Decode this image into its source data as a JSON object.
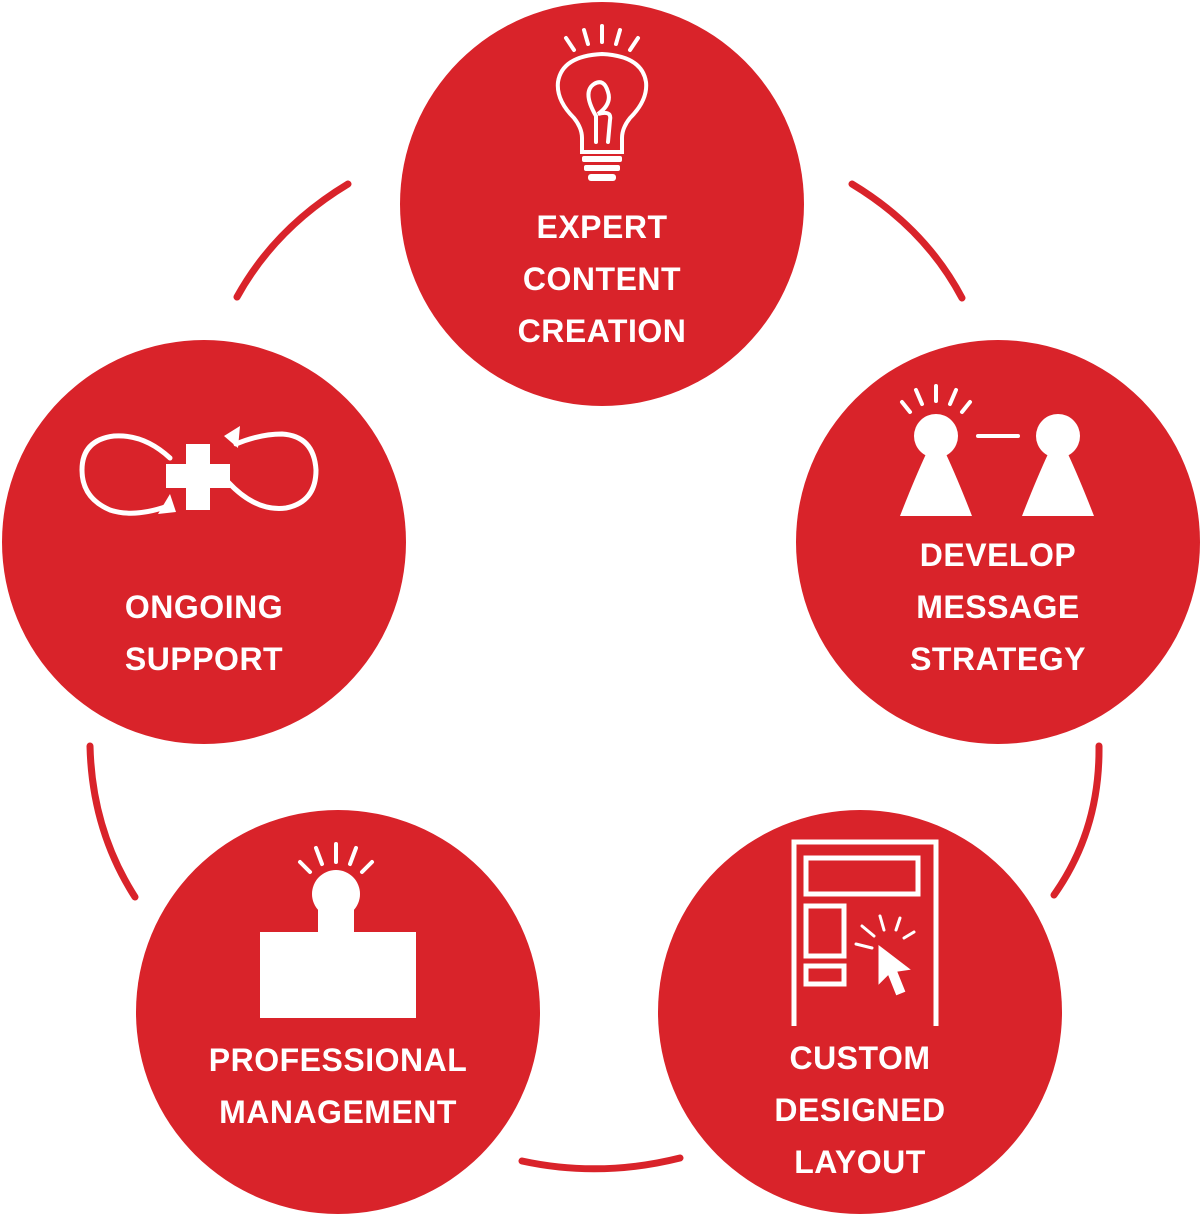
{
  "diagram": {
    "accent_color": "#d9232a",
    "nodes": [
      {
        "id": "expert-content-creation",
        "icon": "lightbulb-icon",
        "label_lines": [
          "EXPERT",
          "CONTENT",
          "CREATION"
        ]
      },
      {
        "id": "develop-message-strategy",
        "icon": "two-people-icon",
        "label_lines": [
          "DEVELOP",
          "MESSAGE",
          "STRATEGY"
        ]
      },
      {
        "id": "custom-designed-layout",
        "icon": "layout-cursor-icon",
        "label_lines": [
          "CUSTOM",
          "DESIGNED",
          "LAYOUT"
        ]
      },
      {
        "id": "professional-management",
        "icon": "person-podium-icon",
        "label_lines": [
          "PROFESSIONAL",
          "MANAGEMENT"
        ]
      },
      {
        "id": "ongoing-support",
        "icon": "infinity-plus-icon",
        "label_lines": [
          "ONGOING",
          "SUPPORT"
        ]
      }
    ]
  }
}
